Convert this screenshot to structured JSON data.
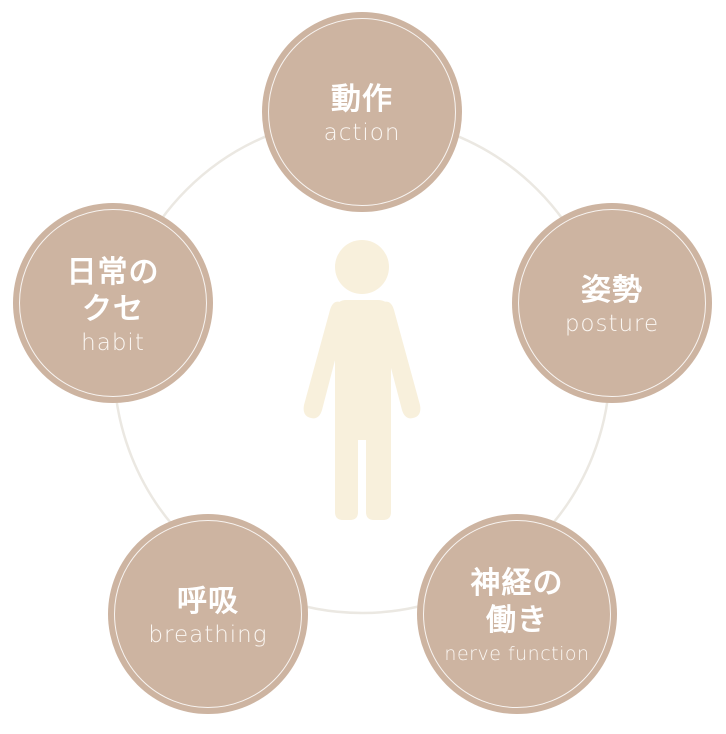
{
  "diagram": {
    "colors": {
      "background": "#ffffff",
      "node_fill": "#cdb4a1",
      "node_ring": "#ffffff",
      "node_text": "#ffffff",
      "connector_circle": "#ebe8e2",
      "figure": "#f8f0dc"
    },
    "center_icon": "person-icon",
    "nodes": [
      {
        "id": "action",
        "jp_lines": [
          "動作"
        ],
        "en": "action"
      },
      {
        "id": "posture",
        "jp_lines": [
          "姿勢"
        ],
        "en": "posture"
      },
      {
        "id": "nerve",
        "jp_lines": [
          "神経の",
          "働き"
        ],
        "en": "nerve function"
      },
      {
        "id": "breathing",
        "jp_lines": [
          "呼吸"
        ],
        "en": "breathing"
      },
      {
        "id": "habit",
        "jp_lines": [
          "日常の",
          "クセ"
        ],
        "en": "habit"
      }
    ]
  }
}
